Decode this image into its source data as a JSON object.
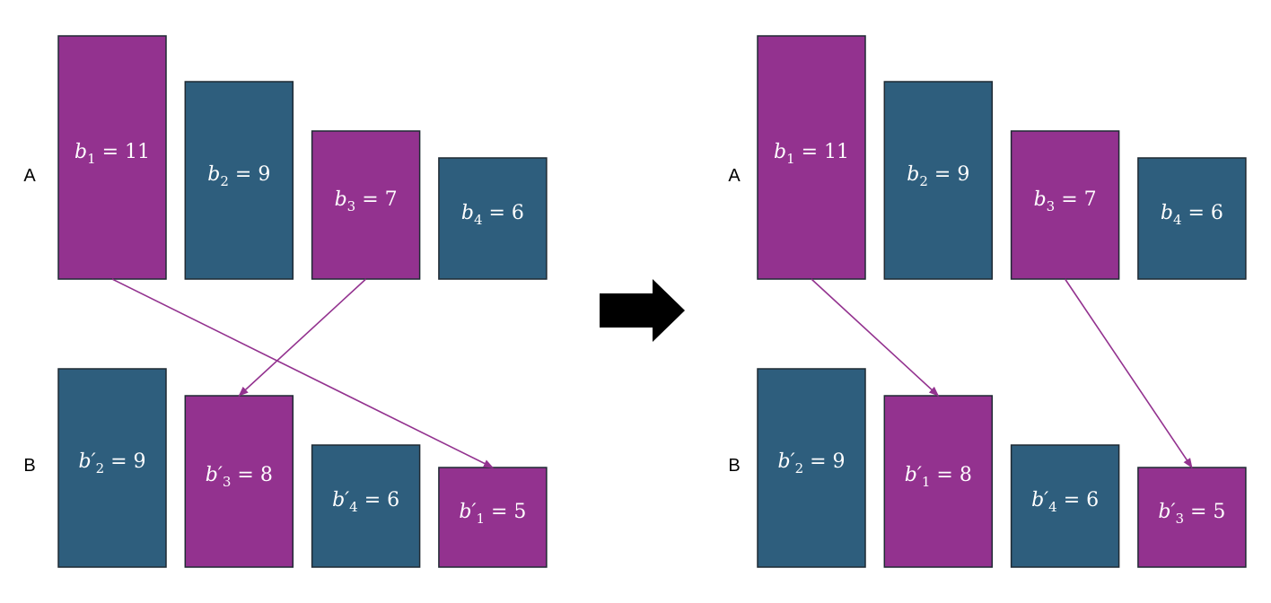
{
  "colors": {
    "magenta": "#93328f",
    "teal": "#2e5e7d",
    "arrow": "#93328f",
    "big_arrow": "#000000"
  },
  "panels": [
    {
      "id": "left",
      "row_a_label": "A",
      "row_b_label": "B",
      "row_a": [
        {
          "base": "b",
          "prime": false,
          "sub": "1",
          "value": "11",
          "color": "magenta"
        },
        {
          "base": "b",
          "prime": false,
          "sub": "2",
          "value": "9",
          "color": "teal"
        },
        {
          "base": "b",
          "prime": false,
          "sub": "3",
          "value": "7",
          "color": "magenta"
        },
        {
          "base": "b",
          "prime": false,
          "sub": "4",
          "value": "6",
          "color": "teal"
        }
      ],
      "row_b": [
        {
          "base": "b",
          "prime": true,
          "sub": "2",
          "value": "9",
          "color": "teal"
        },
        {
          "base": "b",
          "prime": true,
          "sub": "3",
          "value": "8",
          "color": "magenta"
        },
        {
          "base": "b",
          "prime": true,
          "sub": "4",
          "value": "6",
          "color": "teal"
        },
        {
          "base": "b",
          "prime": true,
          "sub": "1",
          "value": "5",
          "color": "magenta"
        }
      ],
      "arrows": [
        {
          "from": 0,
          "to": 3
        },
        {
          "from": 2,
          "to": 1
        }
      ]
    },
    {
      "id": "right",
      "row_a_label": "A",
      "row_b_label": "B",
      "row_a": [
        {
          "base": "b",
          "prime": false,
          "sub": "1",
          "value": "11",
          "color": "magenta"
        },
        {
          "base": "b",
          "prime": false,
          "sub": "2",
          "value": "9",
          "color": "teal"
        },
        {
          "base": "b",
          "prime": false,
          "sub": "3",
          "value": "7",
          "color": "magenta"
        },
        {
          "base": "b",
          "prime": false,
          "sub": "4",
          "value": "6",
          "color": "teal"
        }
      ],
      "row_b": [
        {
          "base": "b",
          "prime": true,
          "sub": "2",
          "value": "9",
          "color": "teal"
        },
        {
          "base": "b",
          "prime": true,
          "sub": "1",
          "value": "8",
          "color": "magenta"
        },
        {
          "base": "b",
          "prime": true,
          "sub": "4",
          "value": "6",
          "color": "teal"
        },
        {
          "base": "b",
          "prime": true,
          "sub": "3",
          "value": "5",
          "color": "magenta"
        }
      ],
      "arrows": [
        {
          "from": 0,
          "to": 1
        },
        {
          "from": 2,
          "to": 3
        }
      ]
    }
  ],
  "transition_icon": "right-arrow-icon"
}
